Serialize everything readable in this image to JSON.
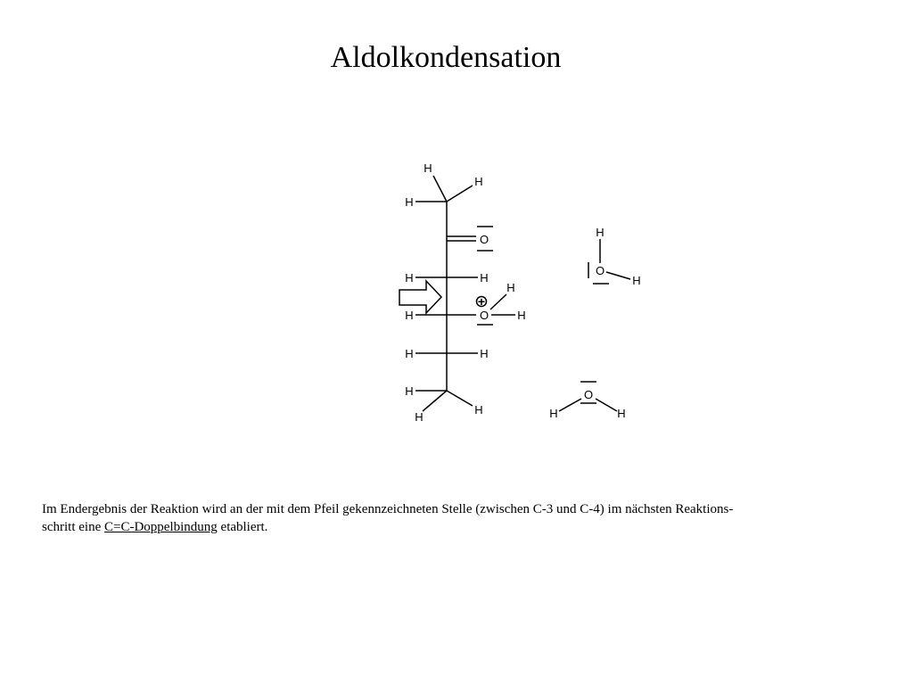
{
  "title": "Aldolkondensation",
  "atoms": {
    "h": "H",
    "o": "O",
    "plus": "+"
  },
  "caption": {
    "part1": "Im Endergebnis der Reaktion wird an der mit dem Pfeil gekennzeichneten Stelle (zwischen C-3 und C-4) im nächsten Reaktions-",
    "part2": "schritt eine ",
    "link": "C=C-Doppelbindung",
    "part3": " etabliert."
  }
}
